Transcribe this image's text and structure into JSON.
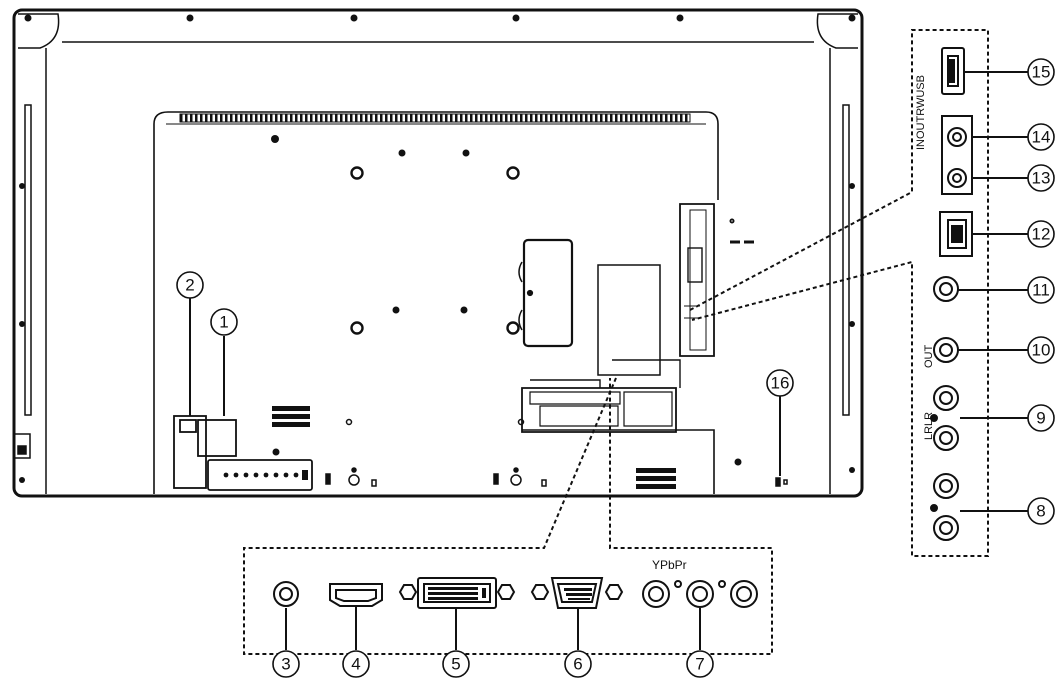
{
  "diagram": {
    "callouts": [
      "1",
      "2",
      "3",
      "4",
      "5",
      "6",
      "7",
      "8",
      "9",
      "10",
      "11",
      "12",
      "13",
      "14",
      "15",
      "16"
    ],
    "labels": {
      "ypbpr": "YPbPr",
      "out": "OUT",
      "lrlr": "LRLR",
      "vertical_top": "INOUTRWUSB"
    }
  }
}
